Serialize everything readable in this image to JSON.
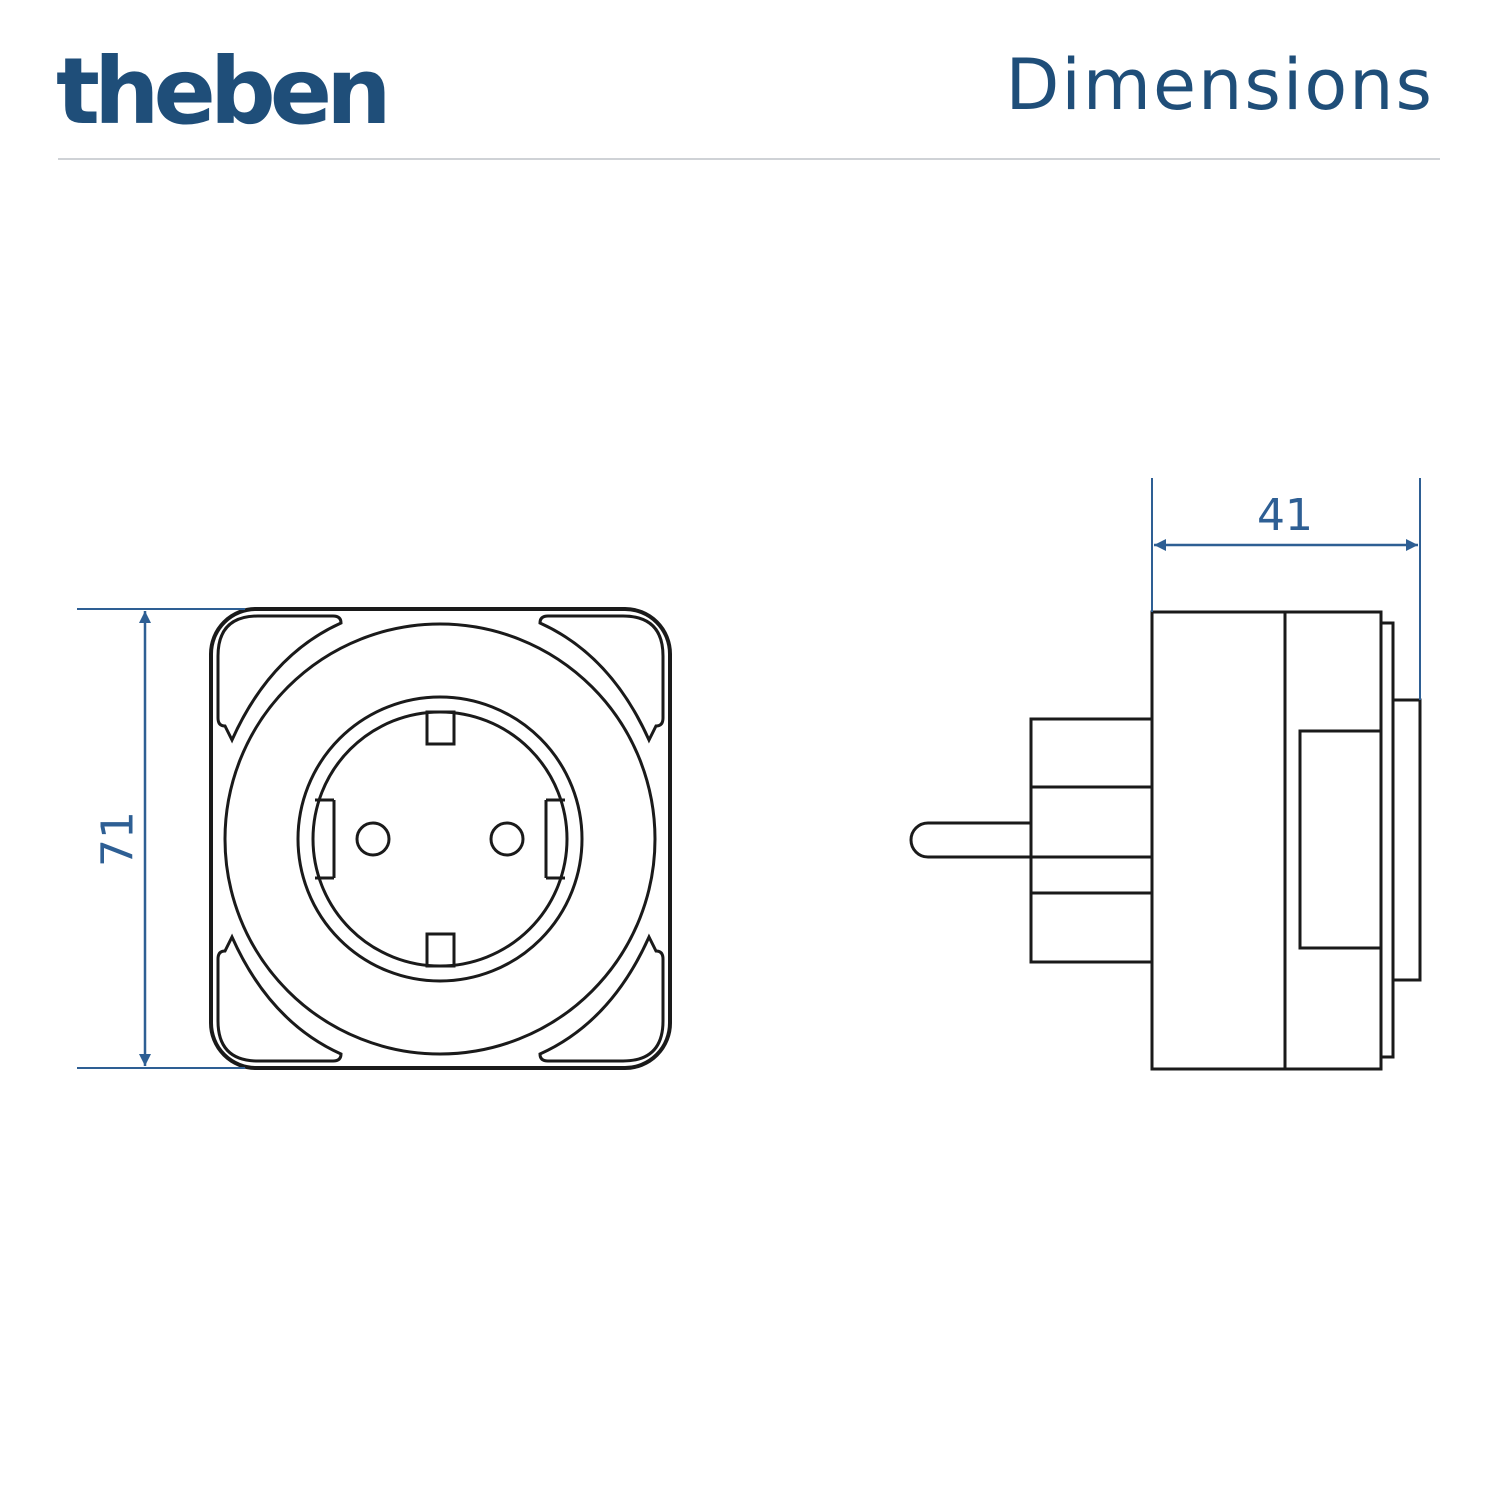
{
  "header": {
    "logo_text": "theben",
    "title": "Dimensions"
  },
  "dimensions": {
    "height_value": "71",
    "depth_value": "41"
  },
  "colors": {
    "brand": "#1f4e79",
    "dimension": "#2e5f94",
    "outline": "#1a1a1a",
    "divider": "#cfd2d6"
  }
}
